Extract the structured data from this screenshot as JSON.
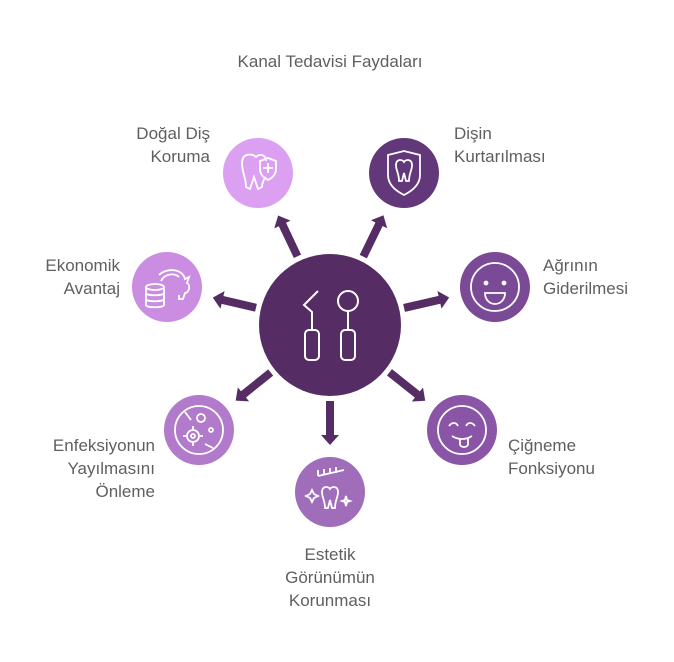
{
  "title": "Kanal Tedavisi Faydaları",
  "center": {
    "icon": "dental-tools-icon",
    "color": "#552C63"
  },
  "nodes": [
    {
      "label1": "Doğal Diş",
      "label2": "Koruma",
      "label3": "",
      "icon": "tooth-shield-plus-icon",
      "color": "#DCA0F2"
    },
    {
      "label1": "Dişin",
      "label2": "Kurtarılması",
      "label3": "",
      "icon": "tooth-shield-icon",
      "color": "#63387A"
    },
    {
      "label1": "Ağrının",
      "label2": "Giderilmesi",
      "label3": "",
      "icon": "smile-icon",
      "color": "#7B4A96"
    },
    {
      "label1": "Çiğneme",
      "label2": "Fonksiyonu",
      "label3": "",
      "icon": "tongue-face-icon",
      "color": "#8A55A6"
    },
    {
      "label1": "Estetik",
      "label2": "Görünümün",
      "label3": "Korunması",
      "icon": "tooth-brush-sparkle-icon",
      "color": "#A06DBA"
    },
    {
      "label1": "Enfeksiyonun",
      "label2": "Yayılmasını",
      "label3": "Önleme",
      "icon": "no-bacteria-icon",
      "color": "#B27ACB"
    },
    {
      "label1": "Ekonomik",
      "label2": "Avantaj",
      "label3": "",
      "icon": "piggy-bank-coins-icon",
      "color": "#CB8DE2"
    }
  ]
}
